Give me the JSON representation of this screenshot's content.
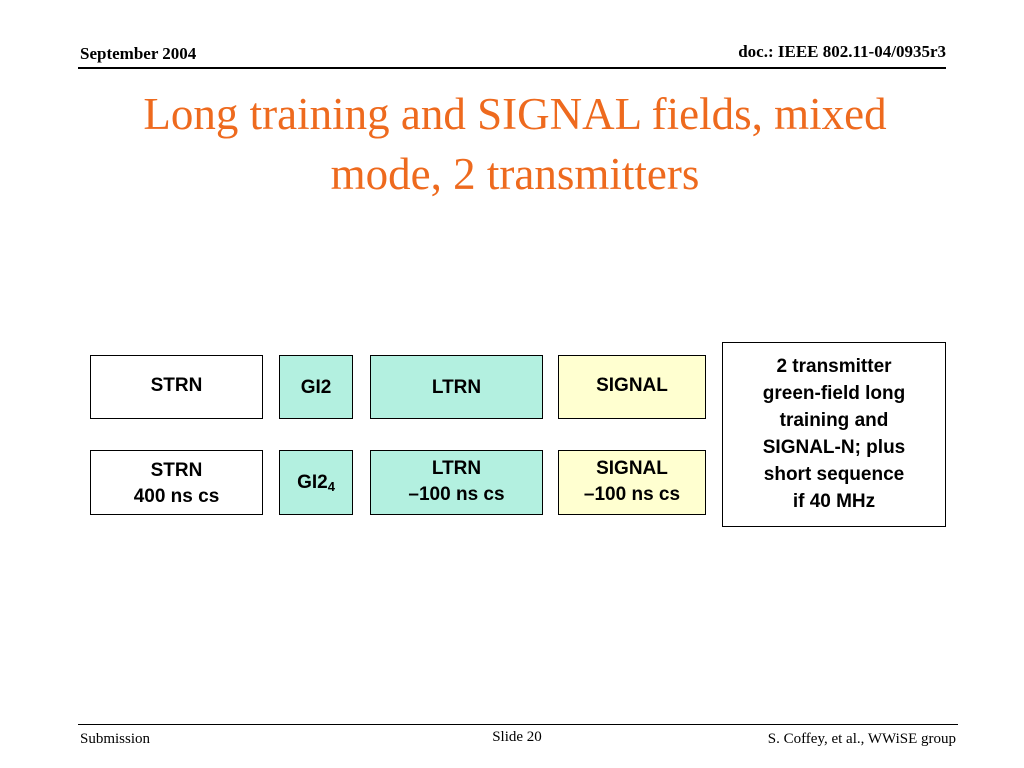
{
  "header": {
    "date": "September 2004",
    "doc_id": "doc.: IEEE 802.11-04/0935r3"
  },
  "title": {
    "line1": "Long training and SIGNAL fields, mixed",
    "line2": "mode, 2 transmitters"
  },
  "diagram": {
    "row1": {
      "strn": "STRN",
      "gi": "GI2",
      "ltrn": "LTRN",
      "signal": "SIGNAL"
    },
    "row2": {
      "strn_line1": "STRN",
      "strn_line2": "400 ns cs",
      "gi": "GI2",
      "gi_sub": "4",
      "ltrn_line1": "LTRN",
      "ltrn_line2": "–100 ns cs",
      "signal_line1": "SIGNAL",
      "signal_line2": "–100 ns cs"
    },
    "note": {
      "lines": [
        "2 transmitter",
        "green-field long",
        "training and",
        "SIGNAL-N; plus",
        "short sequence",
        "if 40 MHz"
      ]
    },
    "colors": {
      "title": "#ee6a1e",
      "teal_fill": "#b3f0e0",
      "cream_fill": "#ffffd0"
    }
  },
  "footer": {
    "left": "Submission",
    "center": "Slide 20",
    "right": "S. Coffey, et al., WWiSE group"
  }
}
